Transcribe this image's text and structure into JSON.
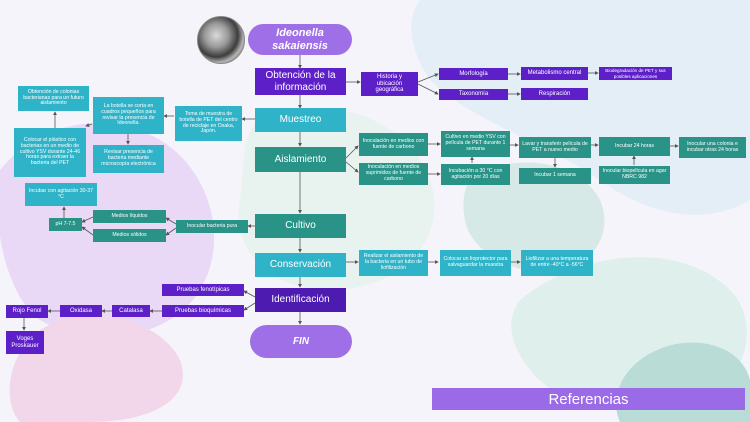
{
  "title_pill": "Ideonella sakaiensis",
  "fin": "FIN",
  "main_steps": {
    "obtencion": "Obtención de la información",
    "muestreo": "Muestreo",
    "aislamiento": "Aislamiento",
    "cultivo": "Cultivo",
    "conservacion": "Conservación",
    "identificacion": "Identificación"
  },
  "obtencion_branch": {
    "historia": "Historia y ubicación geográfica",
    "morfologia": "Morfología",
    "taxonomia": "Taxonomía",
    "metabolismo": "Metabolismo central",
    "respiracion": "Respiración",
    "biodegradacion": "Biodegradación de PET y sus posibles aplicaciones"
  },
  "muestreo_branch": {
    "toma": "Toma de muestra de botella de PET del centro de reciclaje en Osaka, Japón.",
    "cuadros": "La botella se corta en cuadros pequeños para revisar la presencia de Ideonella.",
    "revisar": "Revisar presencia de bacteria mediante microscopía electrónica",
    "colocar": "Colocar el plástico con bacterias en un medio de cultivo YSV durante 24-46 horas para extraer la bacteria del PET",
    "obtencion_colonias": "Obtención de colonias bacterianas para un futuro aislamiento"
  },
  "aislamiento_branch": {
    "inoculacion_carbono": "Inoculación en medios con fuente de carbono",
    "inoculacion_suprimidos": "Inoculación en medios suprimidos de fuente de carbono",
    "cultivo_ysv": "Cultivo en medio YSV con película de PET durante 1 semana",
    "incubacion_30": "Incubación a 30 °C con agitación por 20 días",
    "lavar": "Lavar y transferir película de PET a nuevo medio",
    "incubar_semana": "Incubar 1 semana",
    "incubar_24": "Incubar 24 horas",
    "inocular_biopelicula": "Inocular biopelícula en agar NBRC 982",
    "inocular_colonia": "Inocular una colonia e incubar otras 24 horas"
  },
  "cultivo_branch": {
    "inocular_placa": "Inocular bacteria pura",
    "medios_liquidos": "Medios líquidos",
    "medios_solidos": "Medios sólidos",
    "ph": "pH 7-7.5",
    "incubar_agitacion": "Incubar con agitación 30-37 °C"
  },
  "conservacion_branch": {
    "realizar": "Realizar el aislamiento de la bacteria en un tubo de liofilización",
    "colocar_lioprotector": "Colocar un lioprotector para salvaguardar la muestra",
    "liofilizar": "Liofilizar a una temperatura de entre -40°C a -56°C"
  },
  "identificacion_branch": {
    "fenotipicas": "Pruebas fenotípicas",
    "bioquimicas": "Pruebas bioquímicas",
    "catalasa": "Catalasa",
    "oxidasa": "Oxidasa",
    "rojo_fenol": "Rojo Fenol",
    "voges": "Voges Proskauer"
  },
  "referencias": "Referencias",
  "icons": {
    "photo": "bacteria-photo"
  },
  "colors": {
    "purple": "#5d20c8",
    "teal": "#2a9387",
    "cyan": "#2fb3c8",
    "pill": "#9f6fe7"
  }
}
